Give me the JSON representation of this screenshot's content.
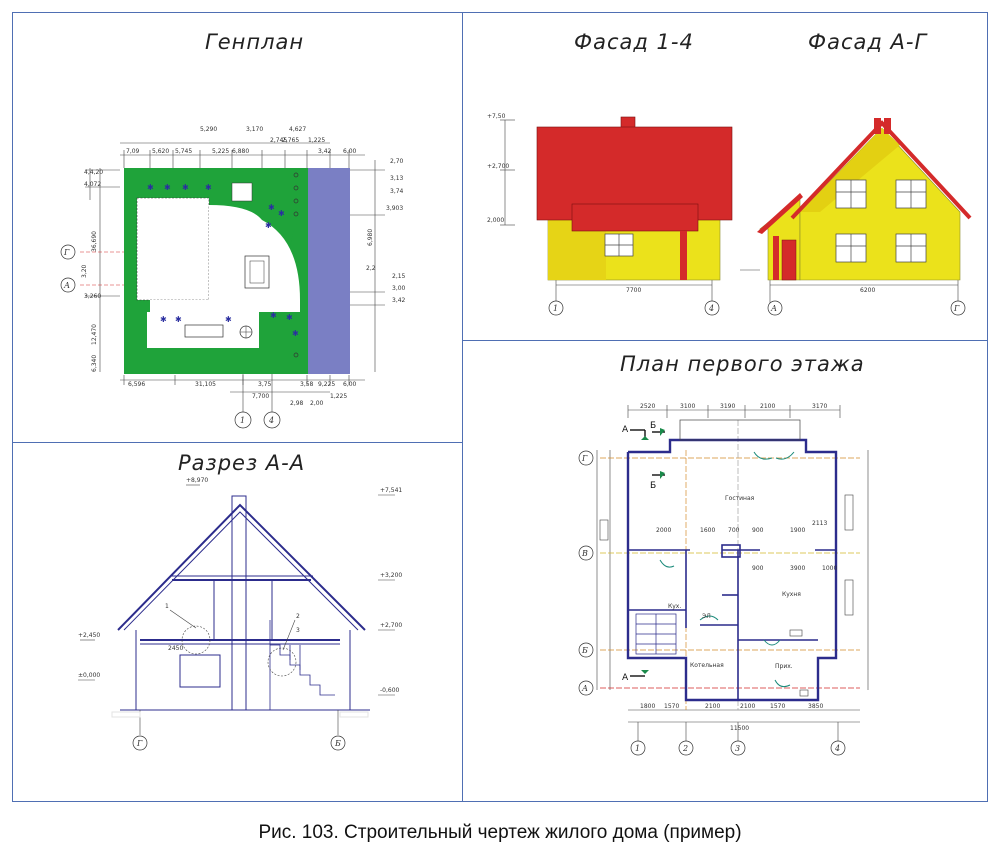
{
  "titles": {
    "genplan": "Генплан",
    "facade14": "Фасад 1-4",
    "facadeAG": "Фасад А-Г",
    "section": "Разрез А-А",
    "plan": "План первого этажа"
  },
  "caption": "Рис. 103. Строительный чертеж жилого дома (пример)",
  "colors": {
    "frame": "#4f6fb3",
    "green": "#1fa33a",
    "road": "#7a7fc4",
    "roof": "#d42a2a",
    "wall": "#ebe21b",
    "line": "#2c2c8c"
  },
  "genplan": {
    "axes": [
      "Г",
      "А",
      "1",
      "4"
    ],
    "top_dims": [
      "7,09",
      "5,620",
      "5,745",
      "5,225",
      "6,880",
      "2,745",
      "2,765",
      "1,225",
      "3,42",
      "6,00"
    ],
    "top_dims2": [
      "5,290",
      "3,170",
      "4,627"
    ],
    "bottom_dims": [
      "6,596",
      "31,105",
      "3,75",
      "3,58",
      "9,225",
      "6,00"
    ],
    "bottom_dims2": [
      "7,700",
      "2,98",
      "2,00",
      "1,225"
    ],
    "left_dims": [
      "4,4,20",
      "4,072",
      "36,690",
      "3,20",
      "3,260",
      "12,470",
      "6,340"
    ],
    "right_dims": [
      "2,70",
      "3,13",
      "3,74",
      "3,903",
      "6,980",
      "2,15",
      "3,00",
      "3,42",
      "2,2"
    ]
  },
  "facades": {
    "f14_axes": [
      "1",
      "4"
    ],
    "fAG_axes": [
      "А",
      "Г"
    ],
    "f14_dim": "7700",
    "fAG_dim": "6200",
    "levels": [
      "+7,50",
      "+2,700",
      "2,000"
    ]
  },
  "section": {
    "axes": [
      "Г",
      "Б"
    ],
    "levels": [
      "+8,970",
      "+7,541",
      "+3,200",
      "+2,700",
      "+2,450",
      "±0,000",
      "-0,600"
    ],
    "labels": [
      "1",
      "2",
      "3",
      "2450"
    ]
  },
  "plan": {
    "axes_v": [
      "Г",
      "В",
      "Б",
      "А"
    ],
    "axes_h": [
      "1",
      "2",
      "3",
      "4"
    ],
    "section_marks": [
      "А",
      "Б",
      "Б",
      "А"
    ],
    "top_dims": [
      "2520",
      "3100",
      "3190",
      "2100",
      "3170"
    ],
    "bottom_dims": [
      "1800",
      "1570",
      "2100",
      "2100",
      "1570",
      "3850"
    ],
    "bottom_total": "11500",
    "rooms": [
      "Гостиная",
      "Кух.",
      "Кухня",
      "Котельная",
      "Прих.",
      "ЭЛ"
    ],
    "dim_labels": [
      "2000",
      "1600",
      "700",
      "900",
      "1900",
      "2113",
      "3900",
      "1000",
      "900"
    ]
  }
}
